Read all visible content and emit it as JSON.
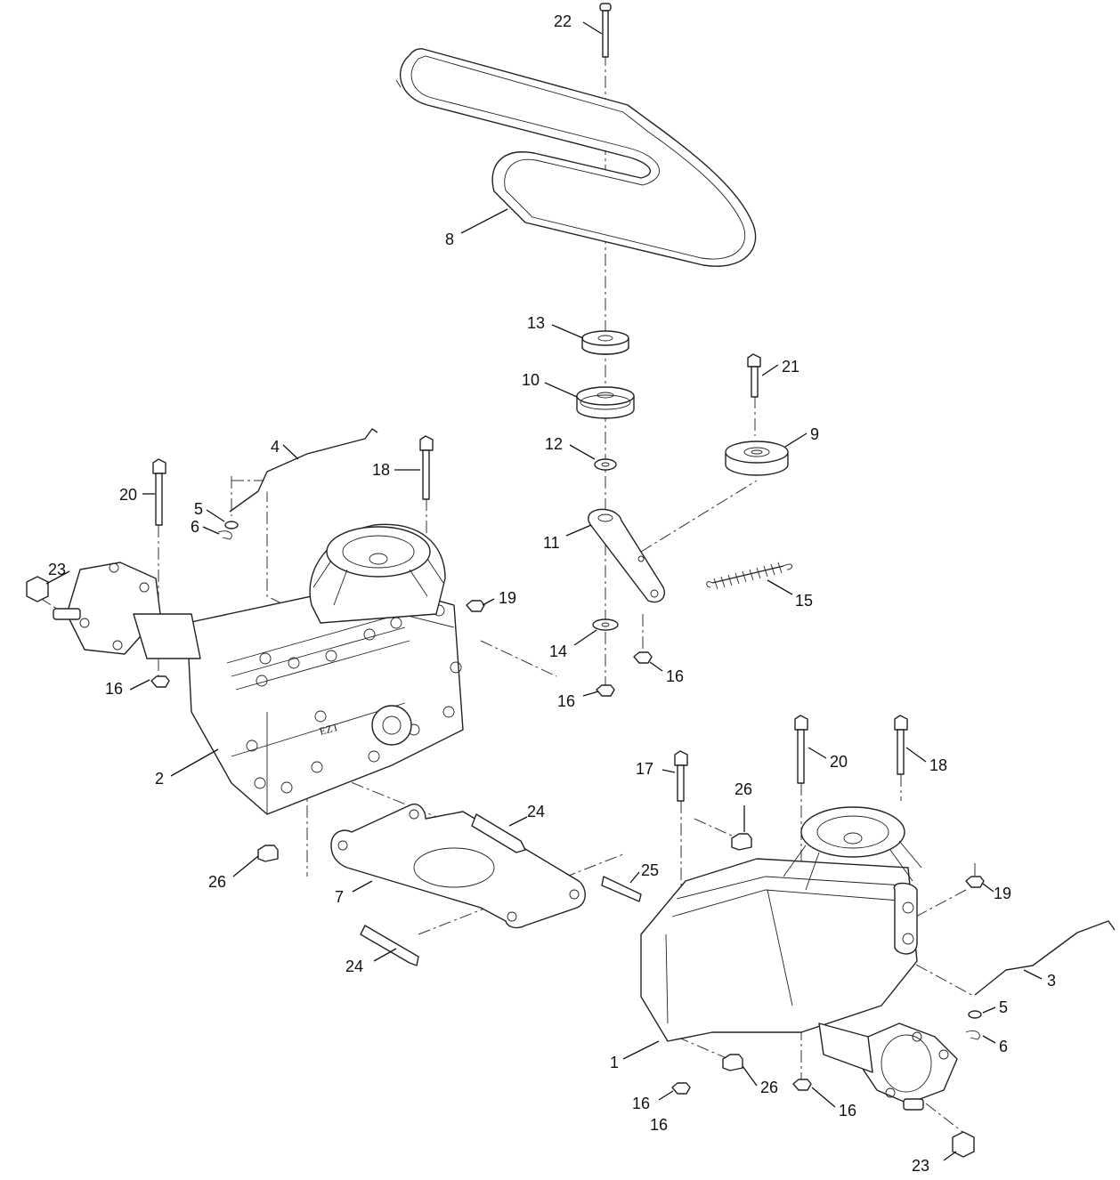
{
  "diagram": {
    "callouts": {
      "c1": "1",
      "c2": "2",
      "c3": "3",
      "c4": "4",
      "c5a": "5",
      "c5b": "5",
      "c6a": "6",
      "c6b": "6",
      "c7": "7",
      "c8": "8",
      "c9": "9",
      "c10": "10",
      "c11": "11",
      "c12": "12",
      "c13": "13",
      "c14": "14",
      "c15": "15",
      "c16a": "16",
      "c16b": "16",
      "c16c": "16",
      "c16d": "16",
      "c16e": "16",
      "c16f": "16",
      "c17": "17",
      "c18a": "18",
      "c18b": "18",
      "c19a": "19",
      "c19b": "19",
      "c20a": "20",
      "c20b": "20",
      "c21": "21",
      "c22": "22",
      "c23a": "23",
      "c23b": "23",
      "c24a": "24",
      "c24b": "24",
      "c25": "25",
      "c26a": "26",
      "c26b": "26",
      "c26c": "26"
    },
    "part_marking": "EZT"
  }
}
